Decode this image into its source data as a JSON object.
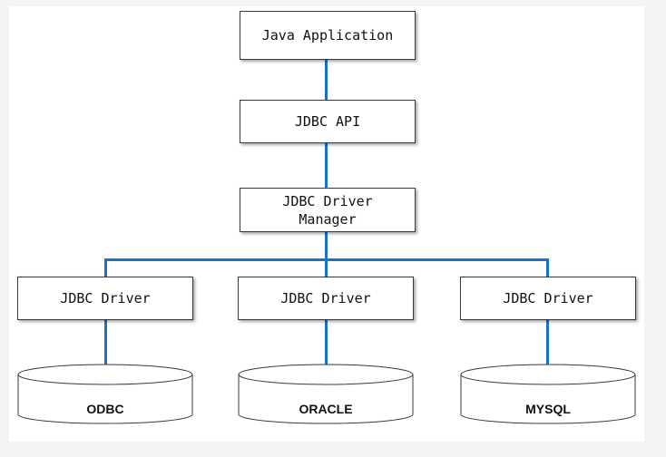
{
  "diagram": {
    "nodes": {
      "java_app": "Java Application",
      "jdbc_api": "JDBC API",
      "driver_manager": "JDBC Driver\nManager",
      "drivers": [
        "JDBC Driver",
        "JDBC Driver",
        "JDBC Driver"
      ],
      "databases": [
        "ODBC",
        "ORACLE",
        "MYSQL"
      ]
    },
    "colors": {
      "connector": "#1a73c7",
      "box_border": "#3a3a3a",
      "background": "#f3f4f5"
    }
  }
}
